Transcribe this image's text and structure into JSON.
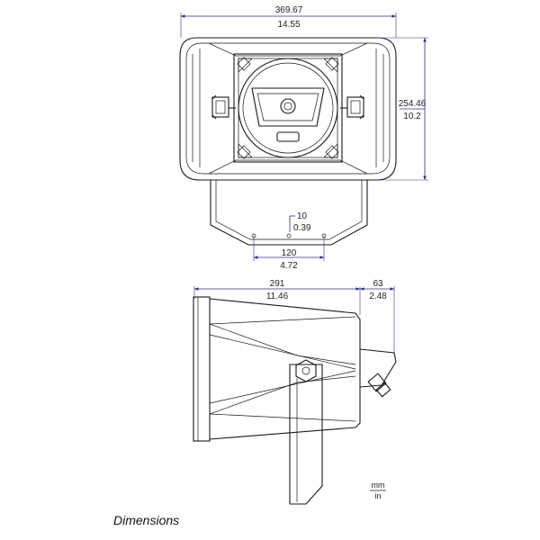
{
  "dimensions": {
    "front_width_mm": "369.67",
    "front_width_in": "14.55",
    "front_height_mm": "254.46",
    "front_height_in": "10.2",
    "hole_diameter_mm": "10",
    "hole_diameter_in": "0.39",
    "hole_spacing_mm": "120",
    "hole_spacing_in": "4.72",
    "side_depth_mm": "291",
    "side_depth_in": "11.46",
    "bracket_offset_mm": "63",
    "bracket_offset_in": "2.48"
  },
  "units_legend": {
    "top": "mm",
    "bottom": "in"
  },
  "caption": "Dimensions",
  "colors": {
    "dimension_line": "#2d2d8f",
    "outline": "#1a1a1a"
  }
}
